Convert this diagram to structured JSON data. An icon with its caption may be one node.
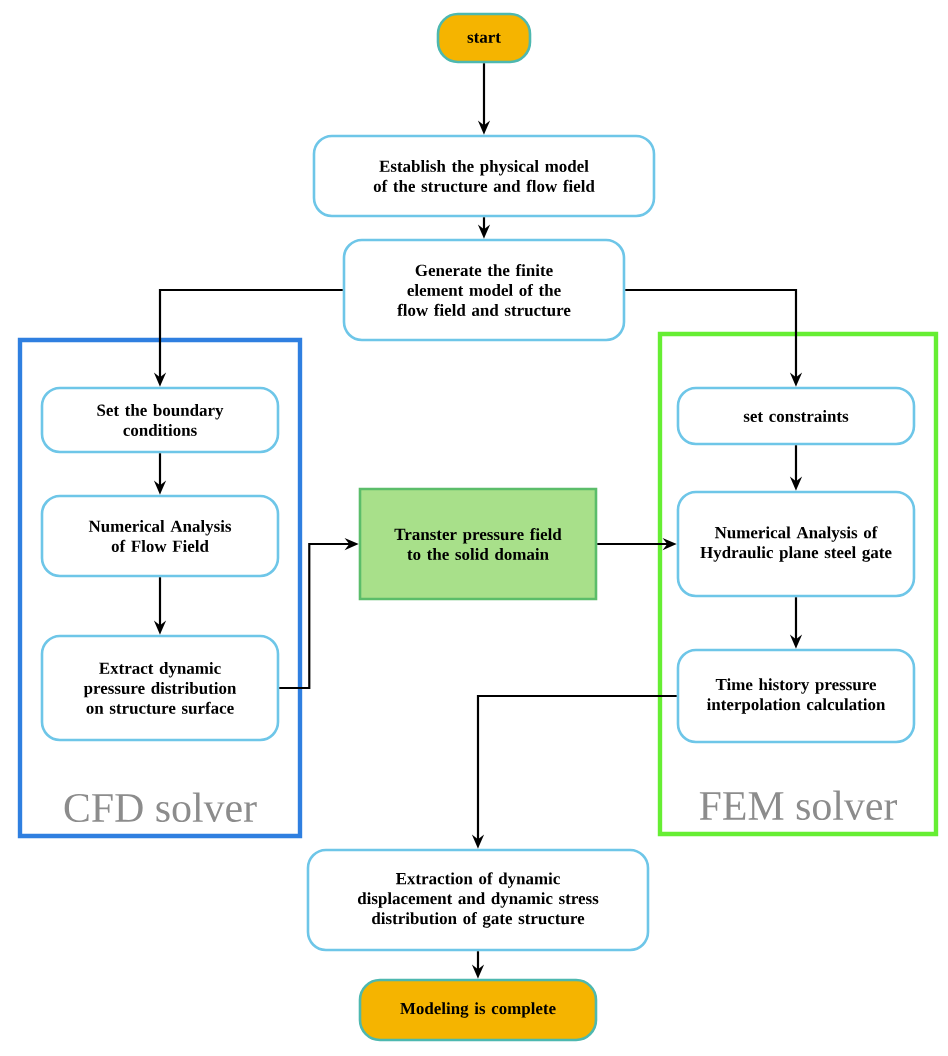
{
  "diagram": {
    "nodes": [
      {
        "text": [
          "start"
        ]
      },
      {
        "text": [
          "Establish the physical model of the structure and flow field"
        ]
      },
      {
        "text": [
          "Generate the finite element model of the flow field and structure"
        ]
      },
      {
        "text": [
          "CFD solver"
        ]
      },
      {
        "text": [
          "Set the boundary conditions"
        ],
        "in": 3
      },
      {
        "text": [
          "Numerical Analysis of Flow Field"
        ],
        "in": 3
      },
      {
        "text": [
          "Extract dynamic pressure distribution on structure surface"
        ],
        "in": 3
      },
      {
        "text": [
          "Transter pressure field to the solid domain"
        ]
      },
      {
        "text": [
          "FEM solver"
        ]
      },
      {
        "text": [
          "set constraints"
        ],
        "in": 8
      },
      {
        "text": [
          "Numerical Analysis of Hydraulic plane steel gate"
        ],
        "in": 8
      },
      {
        "text": [
          "Time history pressure interpolation calculation"
        ],
        "in": 8
      },
      {
        "text": [
          "Extraction of dynamic displacement and dynamic stress distribution of gate structure"
        ]
      },
      {
        "text": [
          "Modeling is complete"
        ]
      }
    ],
    "edges": [
      {
        "from": 0,
        "to": 1,
        "arrow": "to"
      },
      {
        "from": 1,
        "to": 2,
        "arrow": "to"
      },
      {
        "from": 2,
        "to": 4,
        "arrow": "to"
      },
      {
        "from": 2,
        "to": 9,
        "arrow": "to"
      },
      {
        "from": 4,
        "to": 5,
        "arrow": "to"
      },
      {
        "from": 5,
        "to": 6,
        "arrow": "to"
      },
      {
        "from": 6,
        "to": 7,
        "arrow": "to"
      },
      {
        "from": 7,
        "to": 10,
        "arrow": "to"
      },
      {
        "from": 9,
        "to": 10,
        "arrow": "to"
      },
      {
        "from": 10,
        "to": 11,
        "arrow": "to"
      },
      {
        "from": 11,
        "to": 12,
        "arrow": "to"
      },
      {
        "from": 12,
        "to": 13,
        "arrow": "to"
      }
    ]
  }
}
